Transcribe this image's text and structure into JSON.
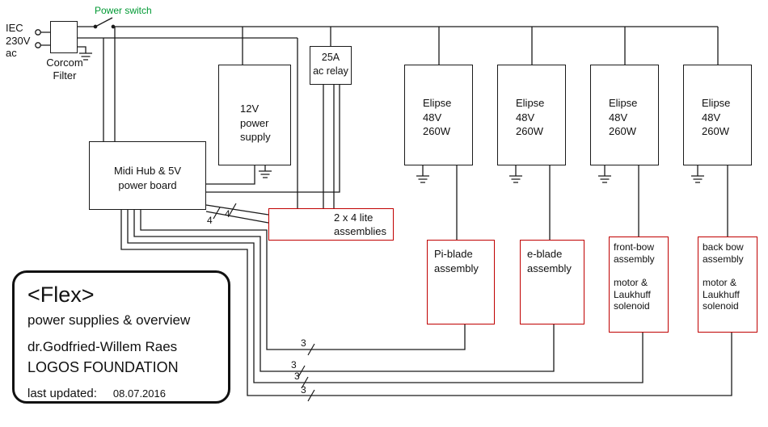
{
  "labels": {
    "power_switch": "Power switch",
    "iec": "IEC\n230V\nac",
    "corcom_filter": "Corcom\nFilter"
  },
  "boxes": {
    "psu_12v": "12V\npower\nsupply",
    "relay_25a": "25A\nac relay",
    "elipse": "Elipse\n48V\n260W",
    "midi_hub": "Midi Hub & 5V\npower board",
    "lites": "2 x 4 lite\nassemblies",
    "pi_blade": "Pi-blade\nassembly",
    "e_blade": "e-blade\nassembly",
    "front_bow": "front-bow\nassembly\n\nmotor &\nLaukhuff\nsolenoid",
    "back_bow": "back bow\nassembly\n\nmotor &\nLaukhuff\nsolenoid"
  },
  "wire_counts": {
    "lite_bundle_1": "4",
    "lite_bundle_2": "4",
    "pi_bus": "3",
    "e_bus": "3",
    "front_bus": "3",
    "back_bus": "3"
  },
  "title_block": {
    "title": "<Flex>",
    "subtitle": "power supplies & overview",
    "author": "dr.Godfried-Willem Raes",
    "organization": "LOGOS FOUNDATION",
    "updated_label": "last updated:",
    "updated_date": "08.07.2016"
  },
  "colors": {
    "wire": "#1a1a1a",
    "box_border": "#1a1a1a",
    "assembly_border": "#c00000",
    "switch_label": "#009933",
    "background": "#ffffff"
  }
}
